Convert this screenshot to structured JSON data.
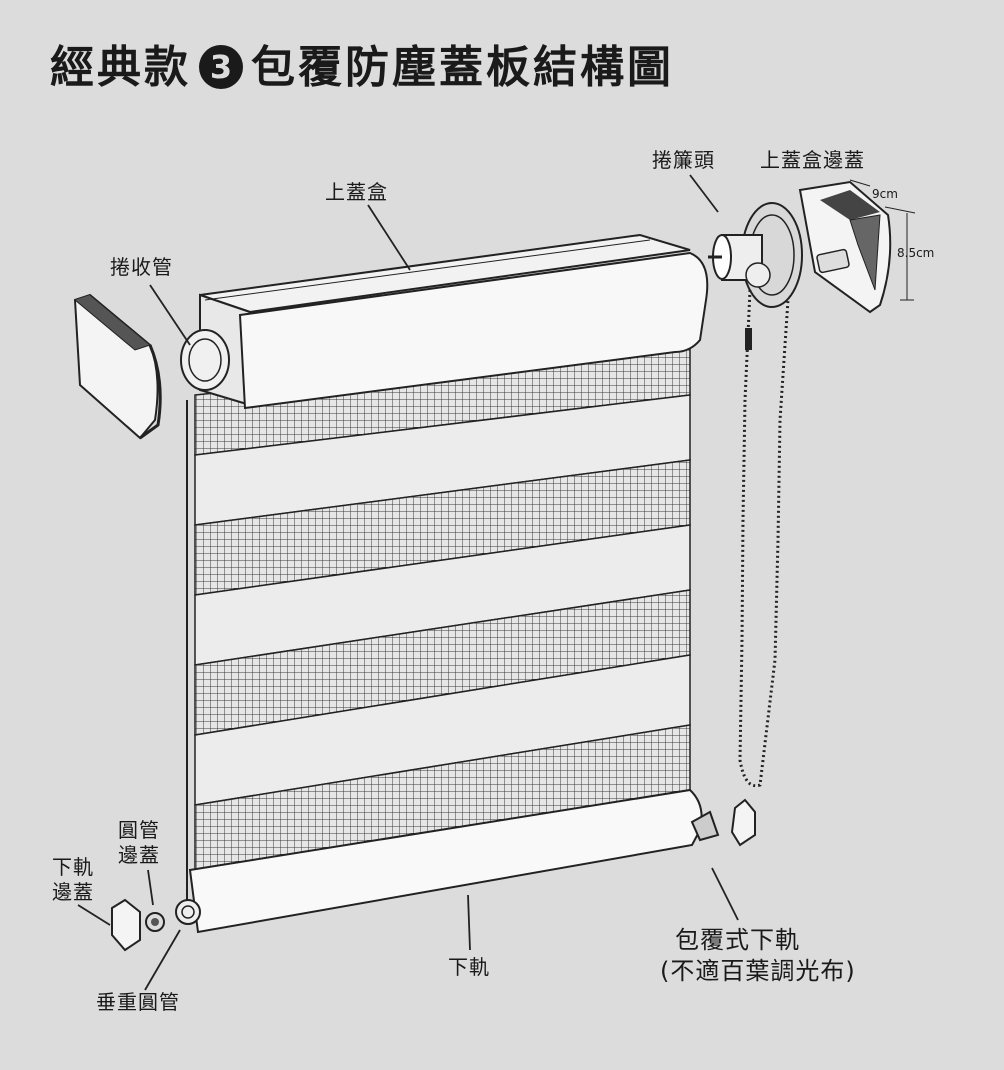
{
  "title": {
    "prefix": "經典款",
    "number": "3",
    "suffix": "包覆防塵蓋板結構圖"
  },
  "labels": {
    "head_box": "上蓋盒",
    "roller_tube": "捲收管",
    "clutch_head": "捲簾頭",
    "head_box_end_cap": "上蓋盒邊蓋",
    "round_tube_end_cap_1": "圓管",
    "round_tube_end_cap_2": "邊蓋",
    "bottom_rail_end_cap_1": "下軌",
    "bottom_rail_end_cap_2": "邊蓋",
    "weight_tube": "垂重圓管",
    "bottom_rail": "下軌",
    "wrapped_rail_1": "包覆式下軌",
    "wrapped_rail_2": "(不適百葉調光布)"
  },
  "dimensions": {
    "width": "9cm",
    "height": "8.5cm"
  }
}
